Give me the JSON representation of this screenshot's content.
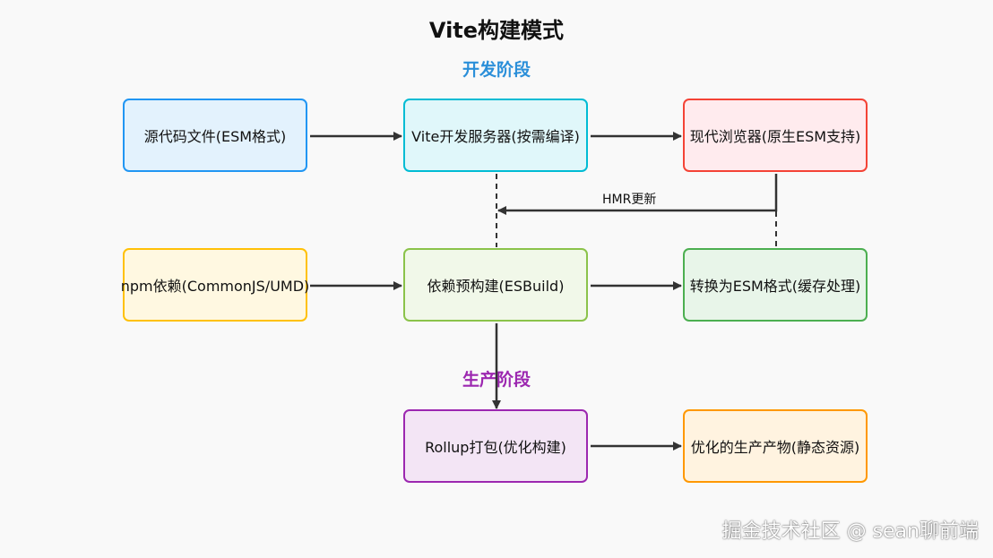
{
  "title": "Vite构建模式",
  "sections": {
    "dev": "开发阶段",
    "prod": "生产阶段"
  },
  "nodes": {
    "source": "源代码文件(ESM格式)",
    "vite_server": "Vite开发服务器(按需编译)",
    "browser": "现代浏览器(原生ESM支持)",
    "npm_deps": "npm依赖(CommonJS/UMD)",
    "prebundle": "依赖预构建(ESBuild)",
    "convert_esm": "转换为ESM格式(缓存处理)",
    "rollup": "Rollup打包(优化构建)",
    "output": "优化的生产产物(静态资源)"
  },
  "edge_labels": {
    "hmr": "HMR更新"
  },
  "colors": {
    "dev_section": "#2b8fd9",
    "prod_section": "#9c27b0",
    "source_fill": "#e3f2fd",
    "source_stroke": "#2196f3",
    "server_fill": "#e0f7fa",
    "server_stroke": "#00bcd4",
    "browser_fill": "#ffebee",
    "browser_stroke": "#f44336",
    "npm_fill": "#fff8e1",
    "npm_stroke": "#ffc107",
    "prebundle_fill": "#f1f8e9",
    "prebundle_stroke": "#8bc34a",
    "convert_fill": "#e8f5e9",
    "convert_stroke": "#4caf50",
    "rollup_fill": "#f3e5f5",
    "rollup_stroke": "#9c27b0",
    "output_fill": "#fff3e0",
    "output_stroke": "#ff9800"
  },
  "watermark": "掘金技术社区 @ sean聊前端"
}
